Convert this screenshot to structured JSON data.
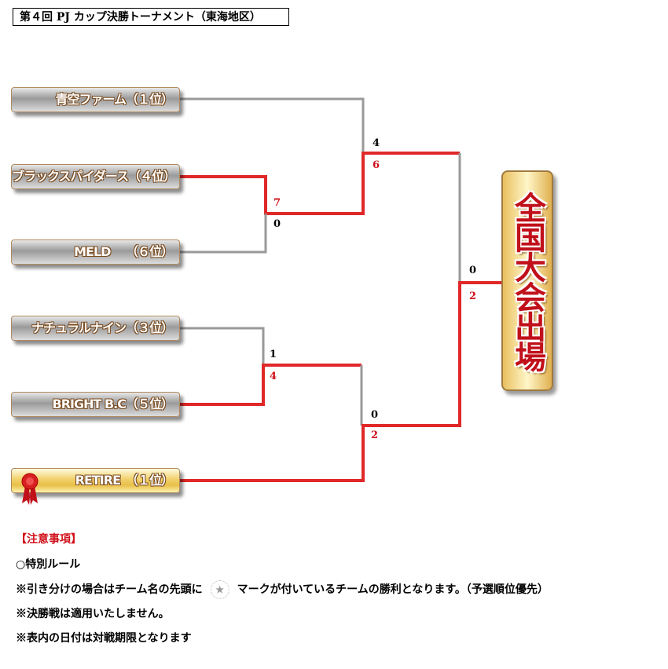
{
  "title": "第４回 PJ カップ決勝トーナメント（東海地区）",
  "teams": [
    {
      "name": "青空ファーム（１位）"
    },
    {
      "name": "ブラックスパイダース（４位）"
    },
    {
      "name": "MELD　 （６位）"
    },
    {
      "name": "ナチュラルナイン（３位）"
    },
    {
      "name": "BRIGHT B.C（５位）"
    },
    {
      "name": "RETIRE　（１位）",
      "seed_mark": "ribbon-icon"
    }
  ],
  "scores": {
    "r1a_top": "7",
    "r1a_bottom": "0",
    "sf1_top": "4",
    "sf1_bottom": "6",
    "r1b_top": "1",
    "r1b_bottom": "4",
    "sf2_top": "0",
    "sf2_bottom": "2",
    "final_top": "0",
    "final_bottom": "2"
  },
  "final_label": "全国大会出場",
  "colors": {
    "winner_line": "#e02828",
    "loser_line": "#999999"
  },
  "notes": {
    "heading": "【注意事項】",
    "rule_title": "○特別ルール",
    "rule1_a": "※引き分けの場合はチーム名の先頭に",
    "rule1_b": "マークが付いているチームの勝利となります。（予選順位優先）",
    "rule2": "※決勝戦は適用いたしません。",
    "rule3": "※表内の日付は対戦期限となります"
  }
}
